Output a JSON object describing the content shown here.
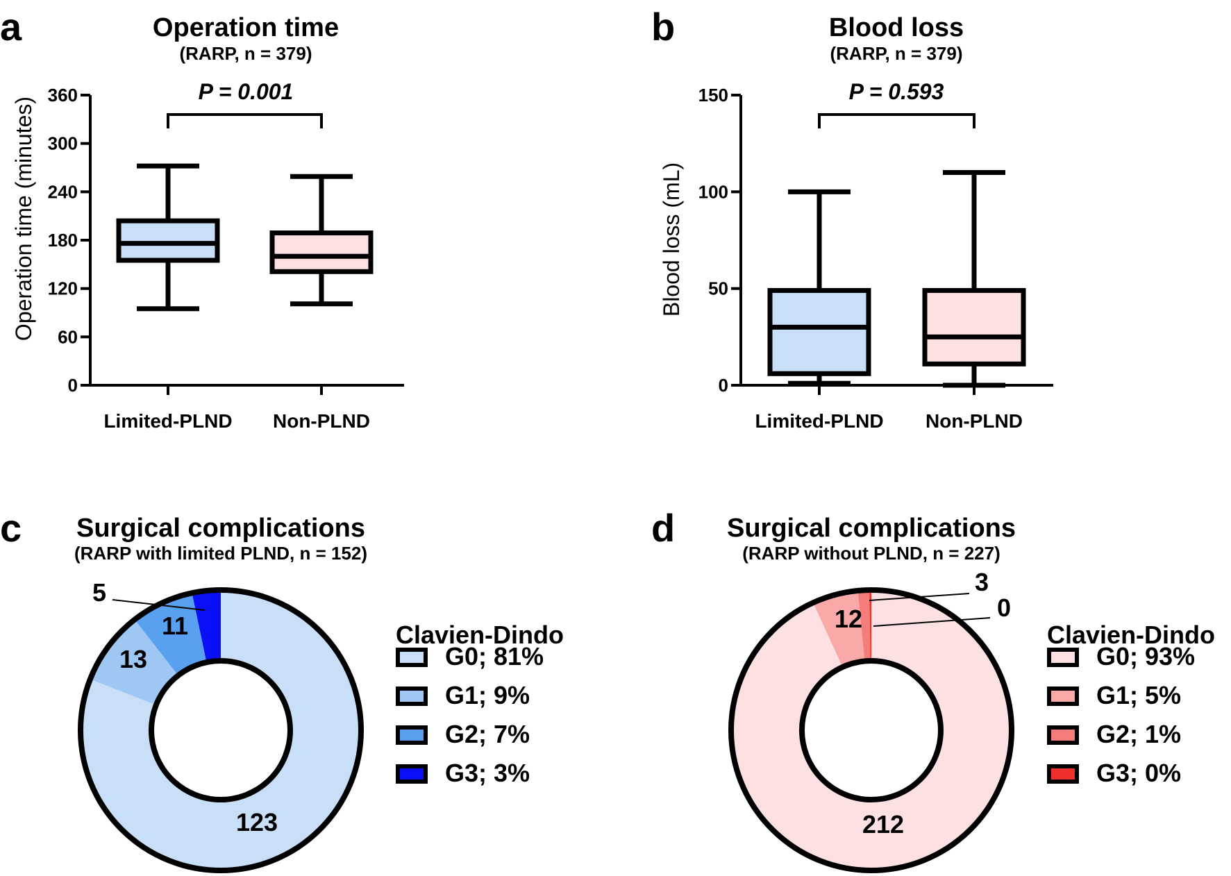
{
  "chart_data": [
    {
      "type": "box",
      "panel": "a",
      "title": "Operation time",
      "subtitle": "(RARP, n = 379)",
      "ylabel": "Operation time (minutes)",
      "ylim": [
        0,
        360
      ],
      "yticks": [
        0,
        60,
        120,
        180,
        240,
        300,
        360
      ],
      "categories": [
        "Limited-PLND",
        "Non-PLND"
      ],
      "boxes": [
        {
          "category": "Limited-PLND",
          "min": 95,
          "q1": 155,
          "median": 176,
          "q3": 204,
          "max": 272,
          "fill": "#c9def7"
        },
        {
          "category": "Non-PLND",
          "min": 101,
          "q1": 141,
          "median": 160,
          "q3": 189,
          "max": 259,
          "fill": "#fde0e1"
        }
      ],
      "annotation": "P = 0.001"
    },
    {
      "type": "box",
      "panel": "b",
      "title": "Blood loss",
      "subtitle": "(RARP, n = 379)",
      "ylabel": "Blood loss (mL)",
      "ylim": [
        0,
        150
      ],
      "yticks": [
        0,
        50,
        100,
        150
      ],
      "categories": [
        "Limited-PLND",
        "Non-PLND"
      ],
      "boxes": [
        {
          "category": "Limited-PLND",
          "min": 1,
          "q1": 6,
          "median": 30,
          "q3": 49,
          "max": 100,
          "fill": "#c9def7"
        },
        {
          "category": "Non-PLND",
          "min": 0,
          "q1": 11,
          "median": 25,
          "q3": 49,
          "max": 110,
          "fill": "#fde0e1"
        }
      ],
      "annotation": "P = 0.593"
    },
    {
      "type": "pie",
      "panel": "c",
      "title": "Surgical complications",
      "subtitle": "(RARP with limited PLND, n = 152)",
      "legend_title": "Clavien-Dindo",
      "slices": [
        {
          "label": "G0; 81%",
          "value": 123,
          "value_label": "123",
          "color": "#c9def7"
        },
        {
          "label": "G1; 9%",
          "value": 13,
          "value_label": "13",
          "color": "#9ec7f4"
        },
        {
          "label": "G2; 7%",
          "value": 11,
          "value_label": "11",
          "color": "#5aa0f0"
        },
        {
          "label": "G3; 3%",
          "value": 5,
          "value_label": "5",
          "color": "#0a10f5"
        }
      ]
    },
    {
      "type": "pie",
      "panel": "d",
      "title": "Surgical complications",
      "subtitle": "(RARP without PLND, n = 227)",
      "legend_title": "Clavien-Dindo",
      "slices": [
        {
          "label": "G0; 93%",
          "value": 212,
          "value_label": "212",
          "color": "#fde0e1"
        },
        {
          "label": "G1; 5%",
          "value": 12,
          "value_label": "12",
          "color": "#f8a9a8"
        },
        {
          "label": "G2; 1%",
          "value": 3,
          "value_label": "3",
          "color": "#f47c7a"
        },
        {
          "label": "G3; 0%",
          "value": 0.5,
          "value_label": "0",
          "color": "#f0302d"
        }
      ]
    }
  ]
}
